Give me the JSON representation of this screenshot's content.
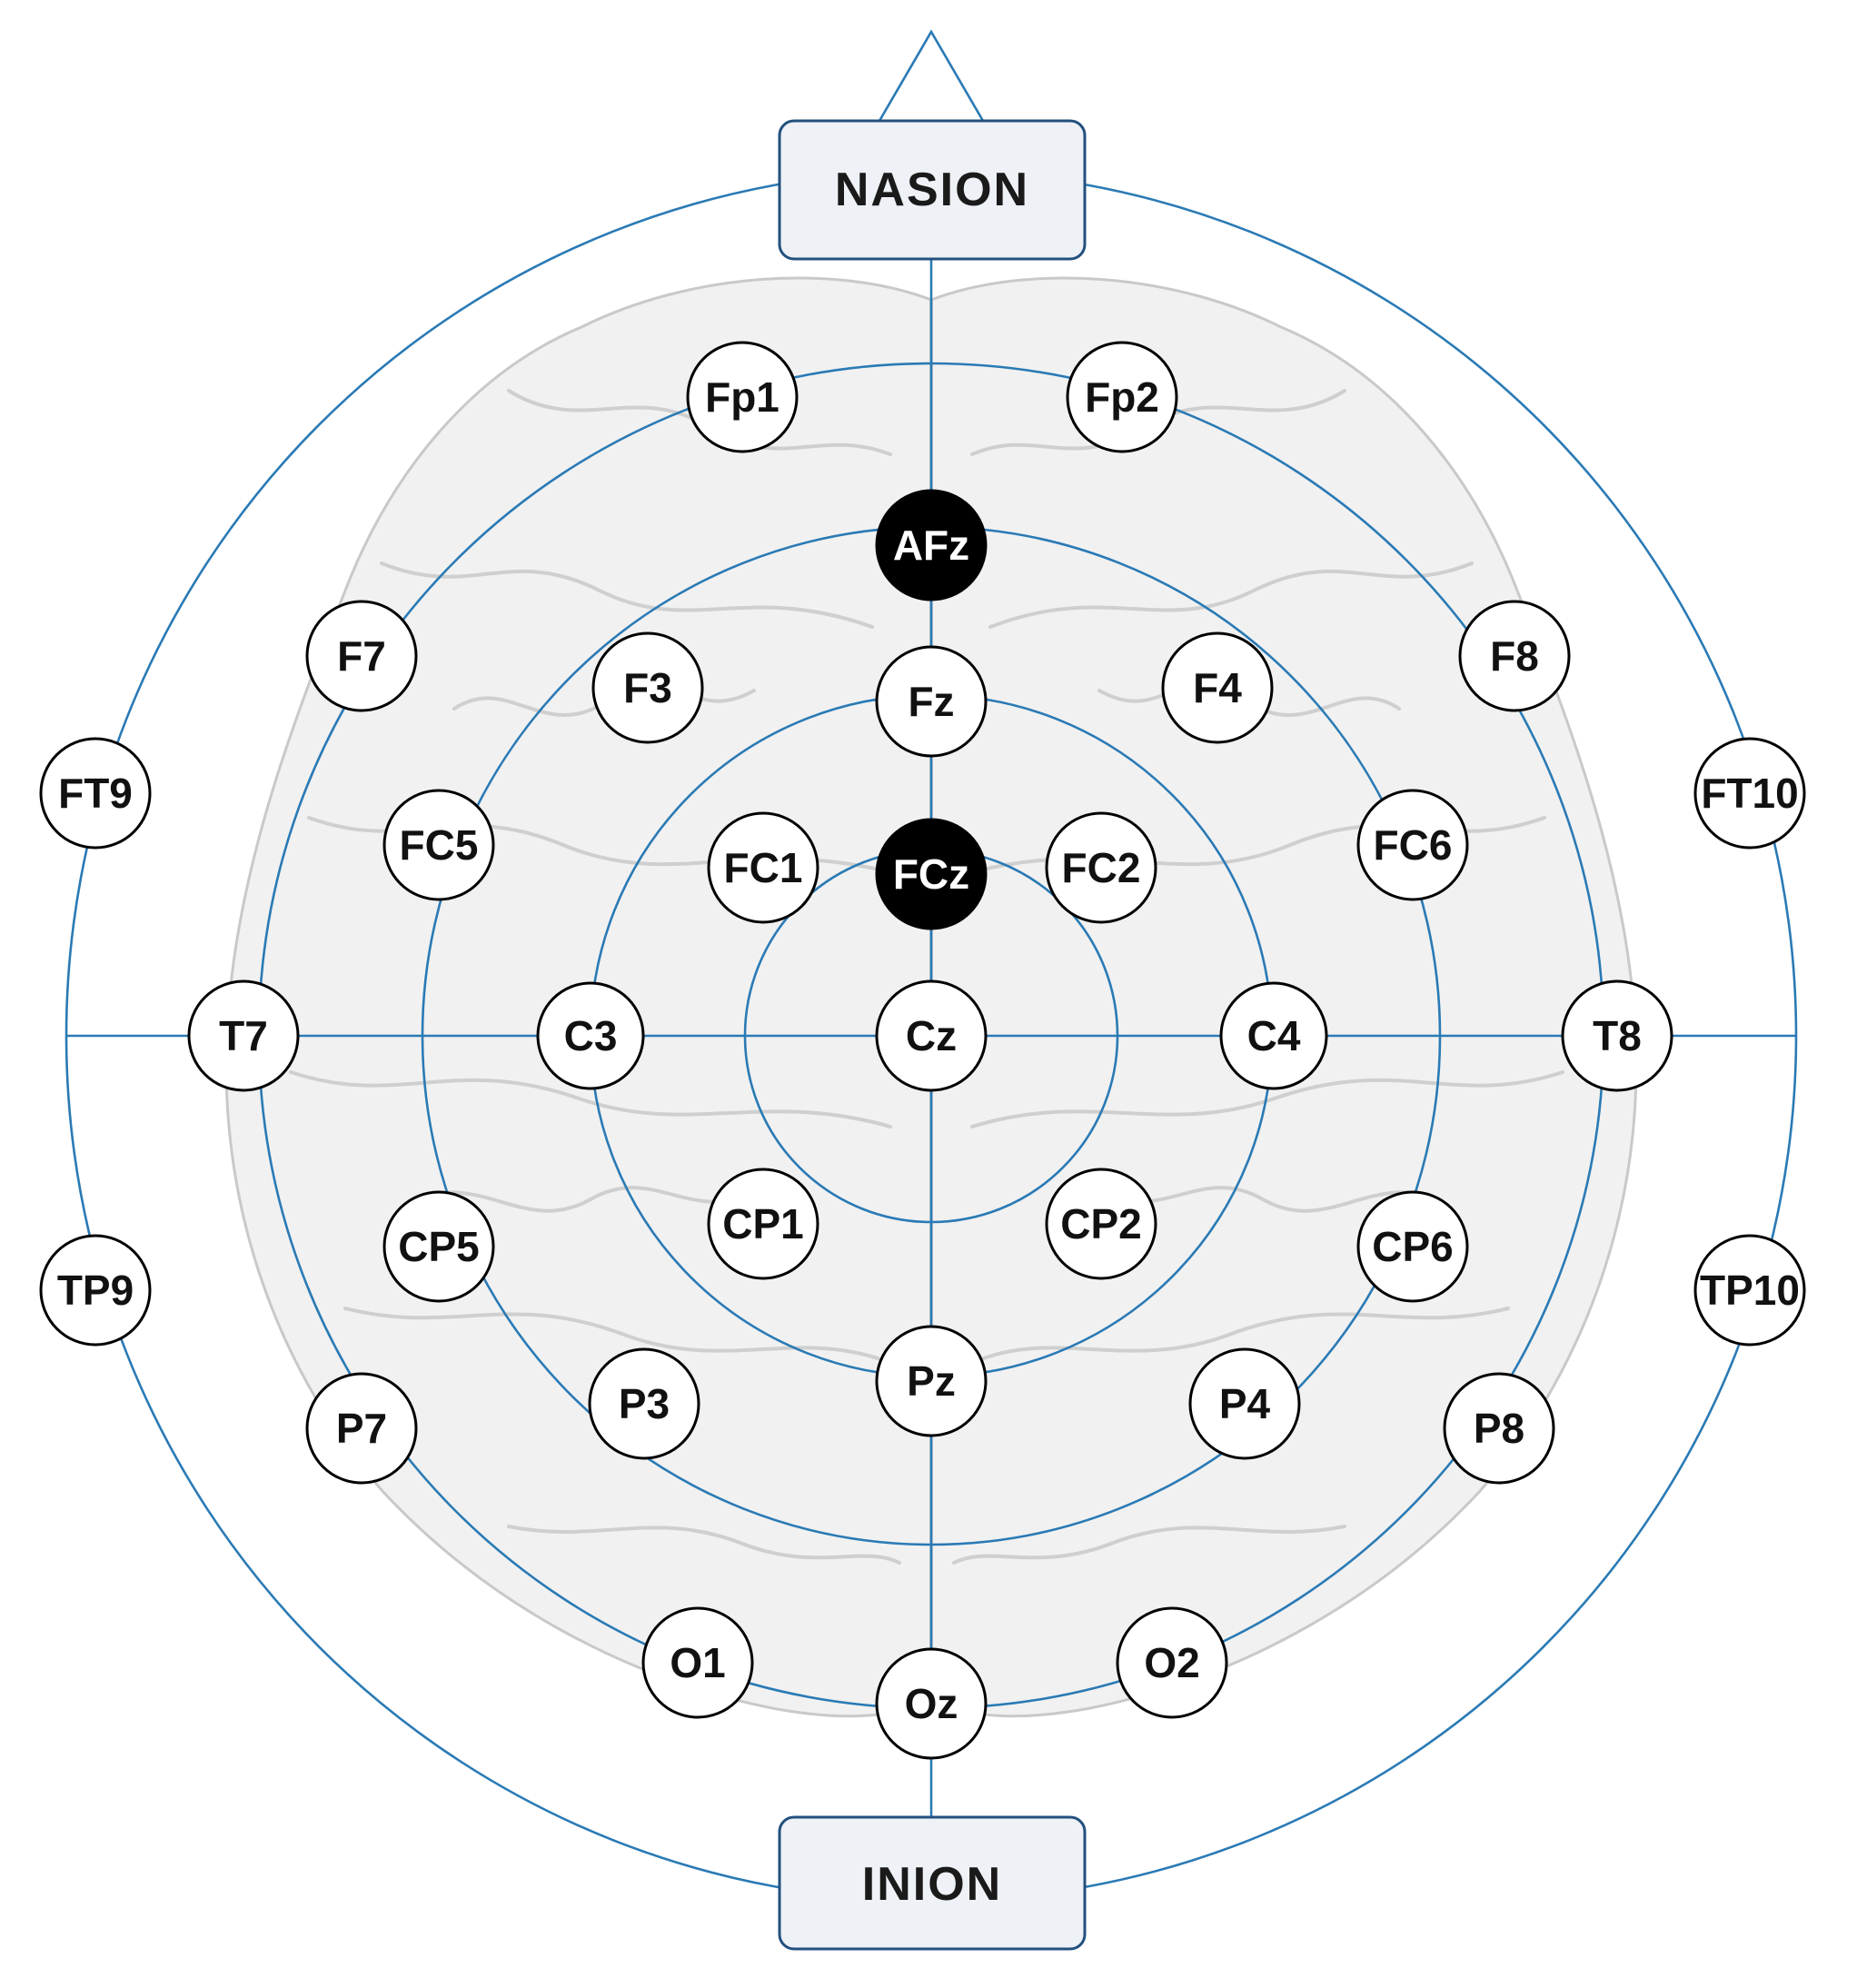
{
  "colors": {
    "guide_lines": "#2a7ab5",
    "reference_fill": "#000000",
    "highlight_ring": "#e8141c",
    "electrode_fill": "#ffffff",
    "landmark_box": "#eef1f5",
    "landmark_border": "#23507e"
  },
  "landmarks": {
    "top": "NASION",
    "bottom": "INION"
  },
  "electrodes": [
    {
      "label": "Fp1",
      "style": "normal"
    },
    {
      "label": "Fp2",
      "style": "normal"
    },
    {
      "label": "AFz",
      "style": "reference"
    },
    {
      "label": "F7",
      "style": "normal"
    },
    {
      "label": "F3",
      "style": "normal"
    },
    {
      "label": "Fz",
      "style": "normal"
    },
    {
      "label": "F4",
      "style": "normal"
    },
    {
      "label": "F8",
      "style": "normal"
    },
    {
      "label": "FT9",
      "style": "normal"
    },
    {
      "label": "FT10",
      "style": "normal"
    },
    {
      "label": "FC5",
      "style": "normal"
    },
    {
      "label": "FC1",
      "style": "normal"
    },
    {
      "label": "FCz",
      "style": "reference"
    },
    {
      "label": "FC2",
      "style": "normal"
    },
    {
      "label": "FC6",
      "style": "normal"
    },
    {
      "label": "T7",
      "style": "normal"
    },
    {
      "label": "C3",
      "style": "highlighted"
    },
    {
      "label": "Cz",
      "style": "normal"
    },
    {
      "label": "C4",
      "style": "highlighted"
    },
    {
      "label": "T8",
      "style": "normal"
    },
    {
      "label": "TP9",
      "style": "normal"
    },
    {
      "label": "CP5",
      "style": "normal"
    },
    {
      "label": "CP1",
      "style": "normal"
    },
    {
      "label": "CP2",
      "style": "normal"
    },
    {
      "label": "CP6",
      "style": "normal"
    },
    {
      "label": "TP10",
      "style": "normal"
    },
    {
      "label": "P7",
      "style": "normal"
    },
    {
      "label": "P3",
      "style": "normal"
    },
    {
      "label": "Pz",
      "style": "normal"
    },
    {
      "label": "P4",
      "style": "normal"
    },
    {
      "label": "P8",
      "style": "normal"
    },
    {
      "label": "O1",
      "style": "normal"
    },
    {
      "label": "Oz",
      "style": "normal"
    },
    {
      "label": "O2",
      "style": "normal"
    }
  ]
}
